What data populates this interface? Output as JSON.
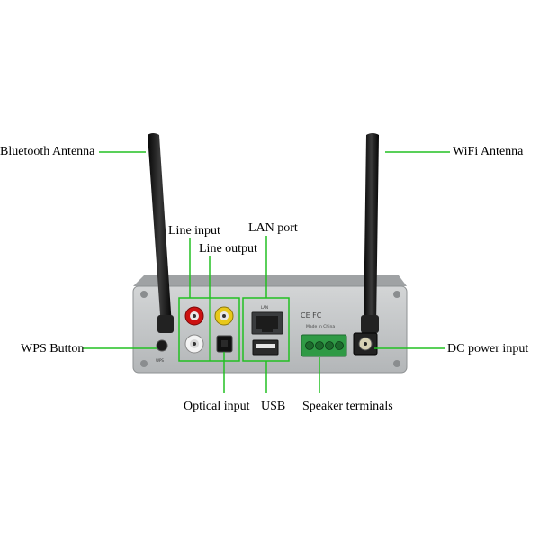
{
  "labels": {
    "bluetooth_antenna": "Bluetooth Antenna",
    "wifi_antenna": "WiFi Antenna",
    "line_input": "Line input",
    "line_output": "Line output",
    "lan_port": "LAN port",
    "wps_button": "WPS Button",
    "dc_power_input": "DC power input",
    "optical_input": "Optical input",
    "usb": "USB",
    "speaker_terminals": "Speaker terminals"
  },
  "device_markings": {
    "certifications": "CE FC",
    "made_in": "Made in China",
    "wps_small": "WPS",
    "lan_small": "LAN"
  },
  "colors": {
    "callout_line": "#22c022",
    "chassis": "#b9bcbe",
    "panel": "#c9cccd",
    "terminal_block": "#2f9a45",
    "antenna": "#151515"
  }
}
